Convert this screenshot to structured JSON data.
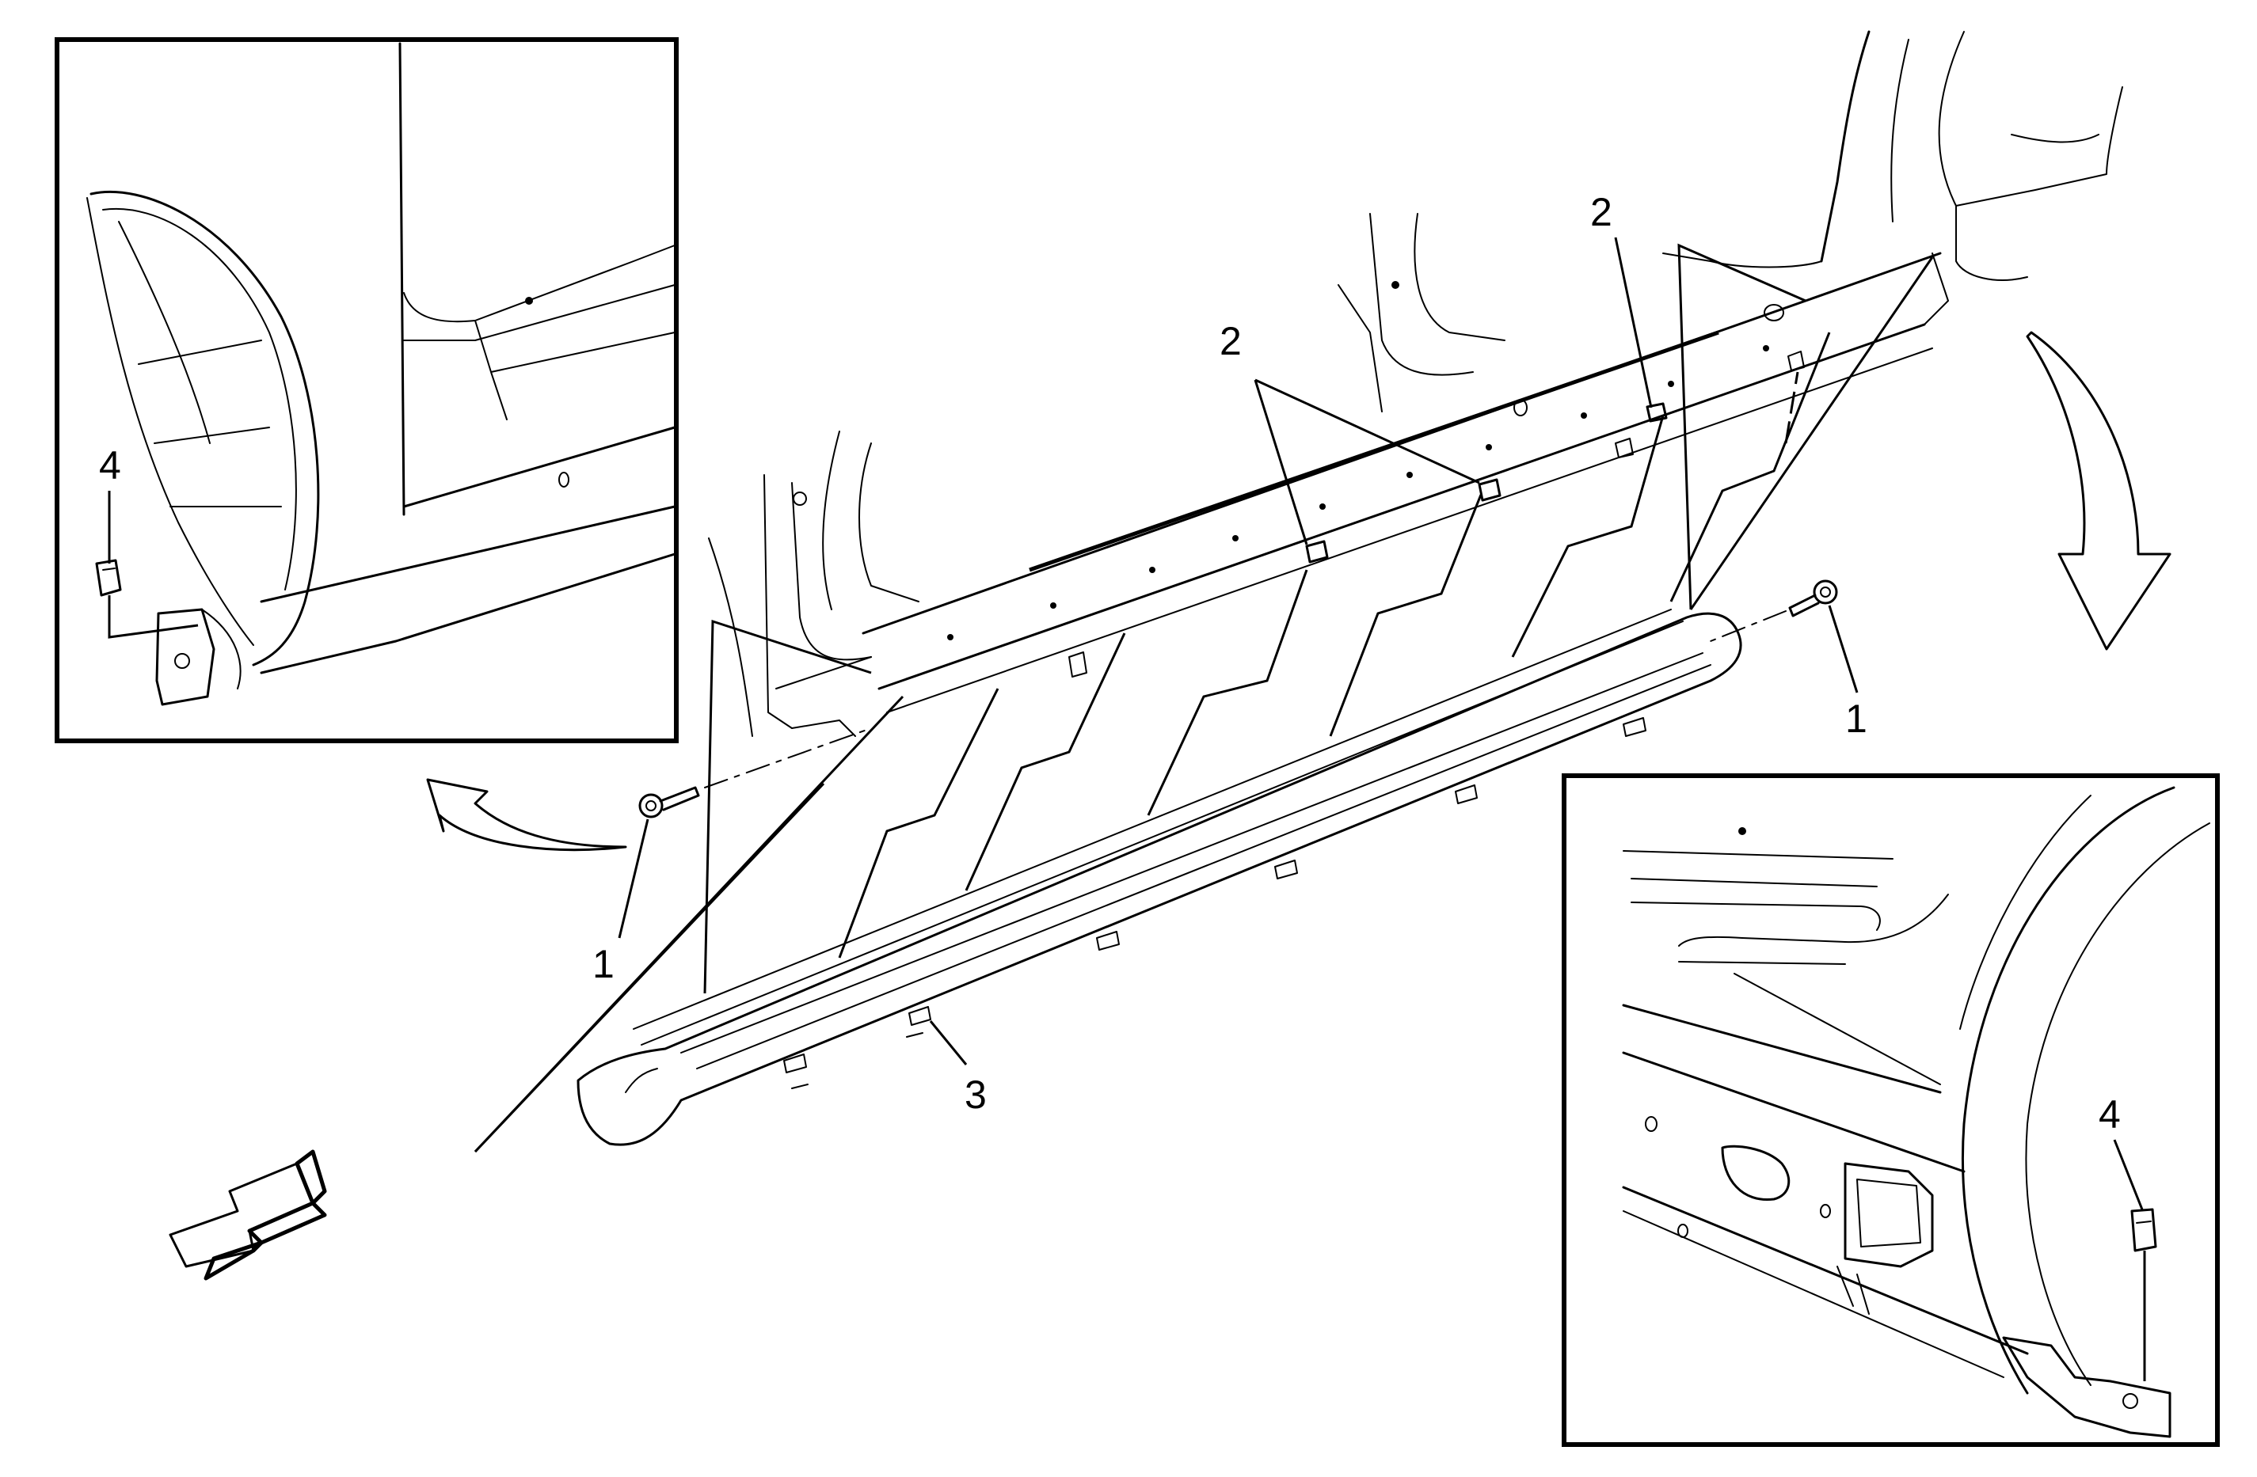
{
  "callouts": {
    "tr_1_left": "1",
    "tr_1_right": "1",
    "tr_2_a": "2",
    "tr_2_b": "2",
    "tr_3": "3",
    "inset_left_4": "4",
    "inset_right_4": "4"
  },
  "colors": {
    "line": "#000000",
    "background": "#ffffff"
  }
}
